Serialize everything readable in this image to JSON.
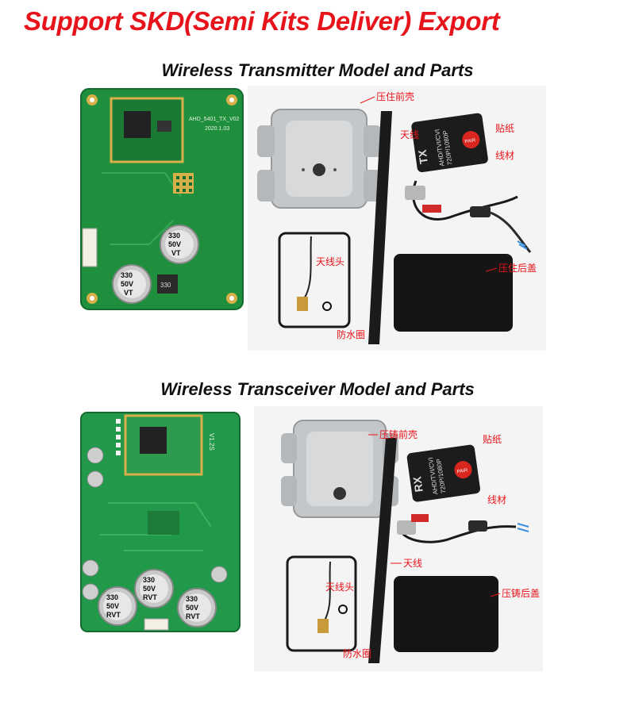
{
  "headline": "Support SKD(Semi Kits Deliver) Export",
  "sections": [
    {
      "title": "Wireless Transmitter Model and Parts",
      "board": {
        "silkscreen_model": "AHD_5401_TX_V02",
        "silkscreen_date": "2020.1.03",
        "cap_codes": [
          "330",
          "50V",
          "VT"
        ],
        "inductor_code": "330"
      },
      "sticker": {
        "mode": "TX",
        "spec_line1": "AHD/TVI/CVI",
        "spec_line2": "720P/1080P",
        "button": "PAIR"
      },
      "labels": {
        "front_shell": "压住前壳",
        "antenna": "天线",
        "sticker": "贴纸",
        "cable": "线材",
        "antenna_head": "天线头",
        "back_cover": "压住后盖",
        "gasket": "防水圈"
      }
    },
    {
      "title": "Wireless Transceiver Model and Parts",
      "board": {
        "silkscreen_model": "V1.2S",
        "cap_codes": [
          "330",
          "50V",
          "RVT"
        ]
      },
      "sticker": {
        "mode": "RX",
        "spec_line1": "AHD/TVI/CVI",
        "spec_line2": "720P/1080P",
        "button": "PAIR"
      },
      "labels": {
        "front_shell": "压铸前壳",
        "sticker": "贴纸",
        "cable": "线材",
        "antenna": "天线",
        "antenna_head": "天线头",
        "back_cover": "压铸后盖",
        "gasket": "防水圈"
      }
    }
  ],
  "colors": {
    "headline": "#e8141b",
    "label": "#e8141b",
    "pcb": "#1f8f3e",
    "gold": "#d8b04a"
  }
}
